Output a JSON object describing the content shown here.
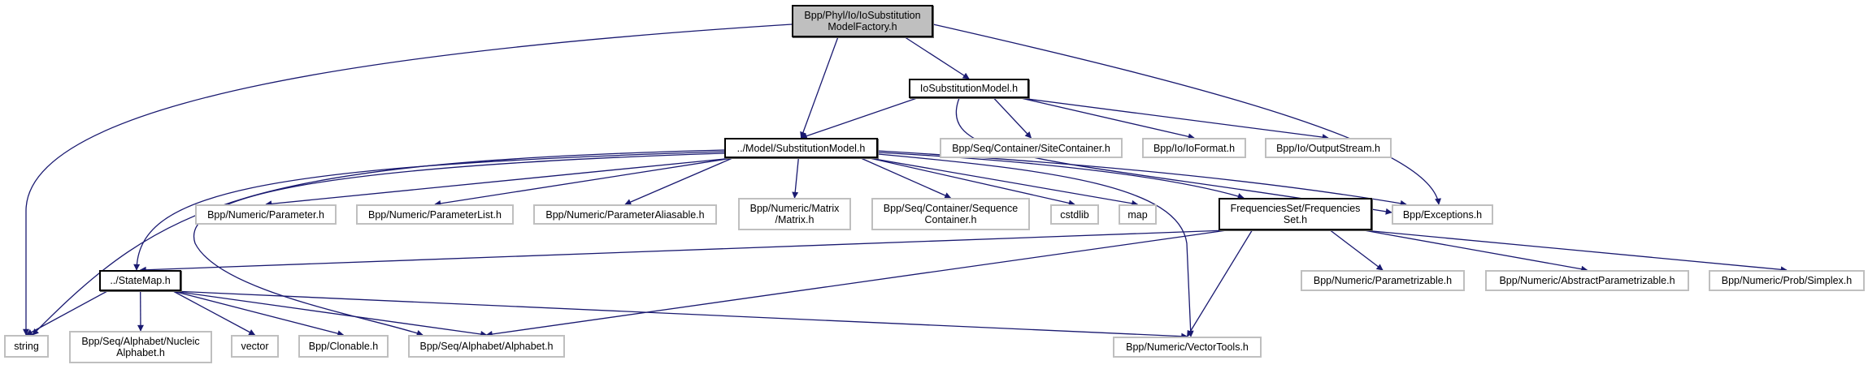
{
  "graph": {
    "edge_color": "#191970",
    "nodes": [
      {
        "id": "root",
        "style": "root",
        "lines": [
          "Bpp/Phyl/Io/IoSubstitution",
          "ModelFactory.h"
        ]
      },
      {
        "id": "iosub",
        "style": "doc",
        "lines": [
          "IoSubstitutionModel.h"
        ]
      },
      {
        "id": "submodel",
        "style": "doc",
        "lines": [
          "../Model/SubstitutionModel.h"
        ]
      },
      {
        "id": "sitecont",
        "style": "ext",
        "lines": [
          "Bpp/Seq/Container/SiteContainer.h"
        ]
      },
      {
        "id": "ioformat",
        "style": "ext",
        "lines": [
          "Bpp/Io/IoFormat.h"
        ]
      },
      {
        "id": "outstream",
        "style": "ext",
        "lines": [
          "Bpp/Io/OutputStream.h"
        ]
      },
      {
        "id": "param",
        "style": "ext",
        "lines": [
          "Bpp/Numeric/Parameter.h"
        ]
      },
      {
        "id": "paramlist",
        "style": "ext",
        "lines": [
          "Bpp/Numeric/ParameterList.h"
        ]
      },
      {
        "id": "paramalias",
        "style": "ext",
        "lines": [
          "Bpp/Numeric/ParameterAliasable.h"
        ]
      },
      {
        "id": "matrix",
        "style": "ext",
        "lines": [
          "Bpp/Numeric/Matrix",
          "/Matrix.h"
        ]
      },
      {
        "id": "seqcont",
        "style": "ext",
        "lines": [
          "Bpp/Seq/Container/Sequence",
          "Container.h"
        ]
      },
      {
        "id": "cstdlib",
        "style": "ext",
        "lines": [
          "cstdlib"
        ]
      },
      {
        "id": "map",
        "style": "ext",
        "lines": [
          "map"
        ]
      },
      {
        "id": "freqset",
        "style": "doc",
        "lines": [
          "FrequenciesSet/Frequencies",
          "Set.h"
        ]
      },
      {
        "id": "exceptions",
        "style": "ext",
        "lines": [
          "Bpp/Exceptions.h"
        ]
      },
      {
        "id": "statemap",
        "style": "doc",
        "lines": [
          "../StateMap.h"
        ]
      },
      {
        "id": "parametrizable",
        "style": "ext",
        "lines": [
          "Bpp/Numeric/Parametrizable.h"
        ]
      },
      {
        "id": "absparam",
        "style": "ext",
        "lines": [
          "Bpp/Numeric/AbstractParametrizable.h"
        ]
      },
      {
        "id": "simplex",
        "style": "ext",
        "lines": [
          "Bpp/Numeric/Prob/Simplex.h"
        ]
      },
      {
        "id": "string",
        "style": "ext",
        "lines": [
          "string"
        ]
      },
      {
        "id": "nucleic",
        "style": "ext",
        "lines": [
          "Bpp/Seq/Alphabet/Nucleic",
          "Alphabet.h"
        ]
      },
      {
        "id": "vector",
        "style": "ext",
        "lines": [
          "vector"
        ]
      },
      {
        "id": "clonable",
        "style": "ext",
        "lines": [
          "Bpp/Clonable.h"
        ]
      },
      {
        "id": "alphabet",
        "style": "ext",
        "lines": [
          "Bpp/Seq/Alphabet/Alphabet.h"
        ]
      },
      {
        "id": "vectortools",
        "style": "ext",
        "lines": [
          "Bpp/Numeric/VectorTools.h"
        ]
      }
    ],
    "edges": [
      [
        "root",
        "string"
      ],
      [
        "root",
        "submodel"
      ],
      [
        "root",
        "iosub"
      ],
      [
        "root",
        "exceptions"
      ],
      [
        "iosub",
        "submodel"
      ],
      [
        "iosub",
        "sitecont"
      ],
      [
        "iosub",
        "ioformat"
      ],
      [
        "iosub",
        "outstream"
      ],
      [
        "iosub",
        "exceptions"
      ],
      [
        "submodel",
        "string"
      ],
      [
        "submodel",
        "statemap"
      ],
      [
        "submodel",
        "alphabet"
      ],
      [
        "submodel",
        "param"
      ],
      [
        "submodel",
        "paramlist"
      ],
      [
        "submodel",
        "paramalias"
      ],
      [
        "submodel",
        "matrix"
      ],
      [
        "submodel",
        "seqcont"
      ],
      [
        "submodel",
        "cstdlib"
      ],
      [
        "submodel",
        "map"
      ],
      [
        "submodel",
        "freqset"
      ],
      [
        "submodel",
        "exceptions"
      ],
      [
        "submodel",
        "vectortools"
      ],
      [
        "freqset",
        "statemap"
      ],
      [
        "freqset",
        "alphabet"
      ],
      [
        "freqset",
        "vectortools"
      ],
      [
        "freqset",
        "parametrizable"
      ],
      [
        "freqset",
        "absparam"
      ],
      [
        "freqset",
        "simplex"
      ],
      [
        "statemap",
        "string"
      ],
      [
        "statemap",
        "nucleic"
      ],
      [
        "statemap",
        "vector"
      ],
      [
        "statemap",
        "clonable"
      ],
      [
        "statemap",
        "alphabet"
      ],
      [
        "statemap",
        "vectortools"
      ]
    ]
  }
}
